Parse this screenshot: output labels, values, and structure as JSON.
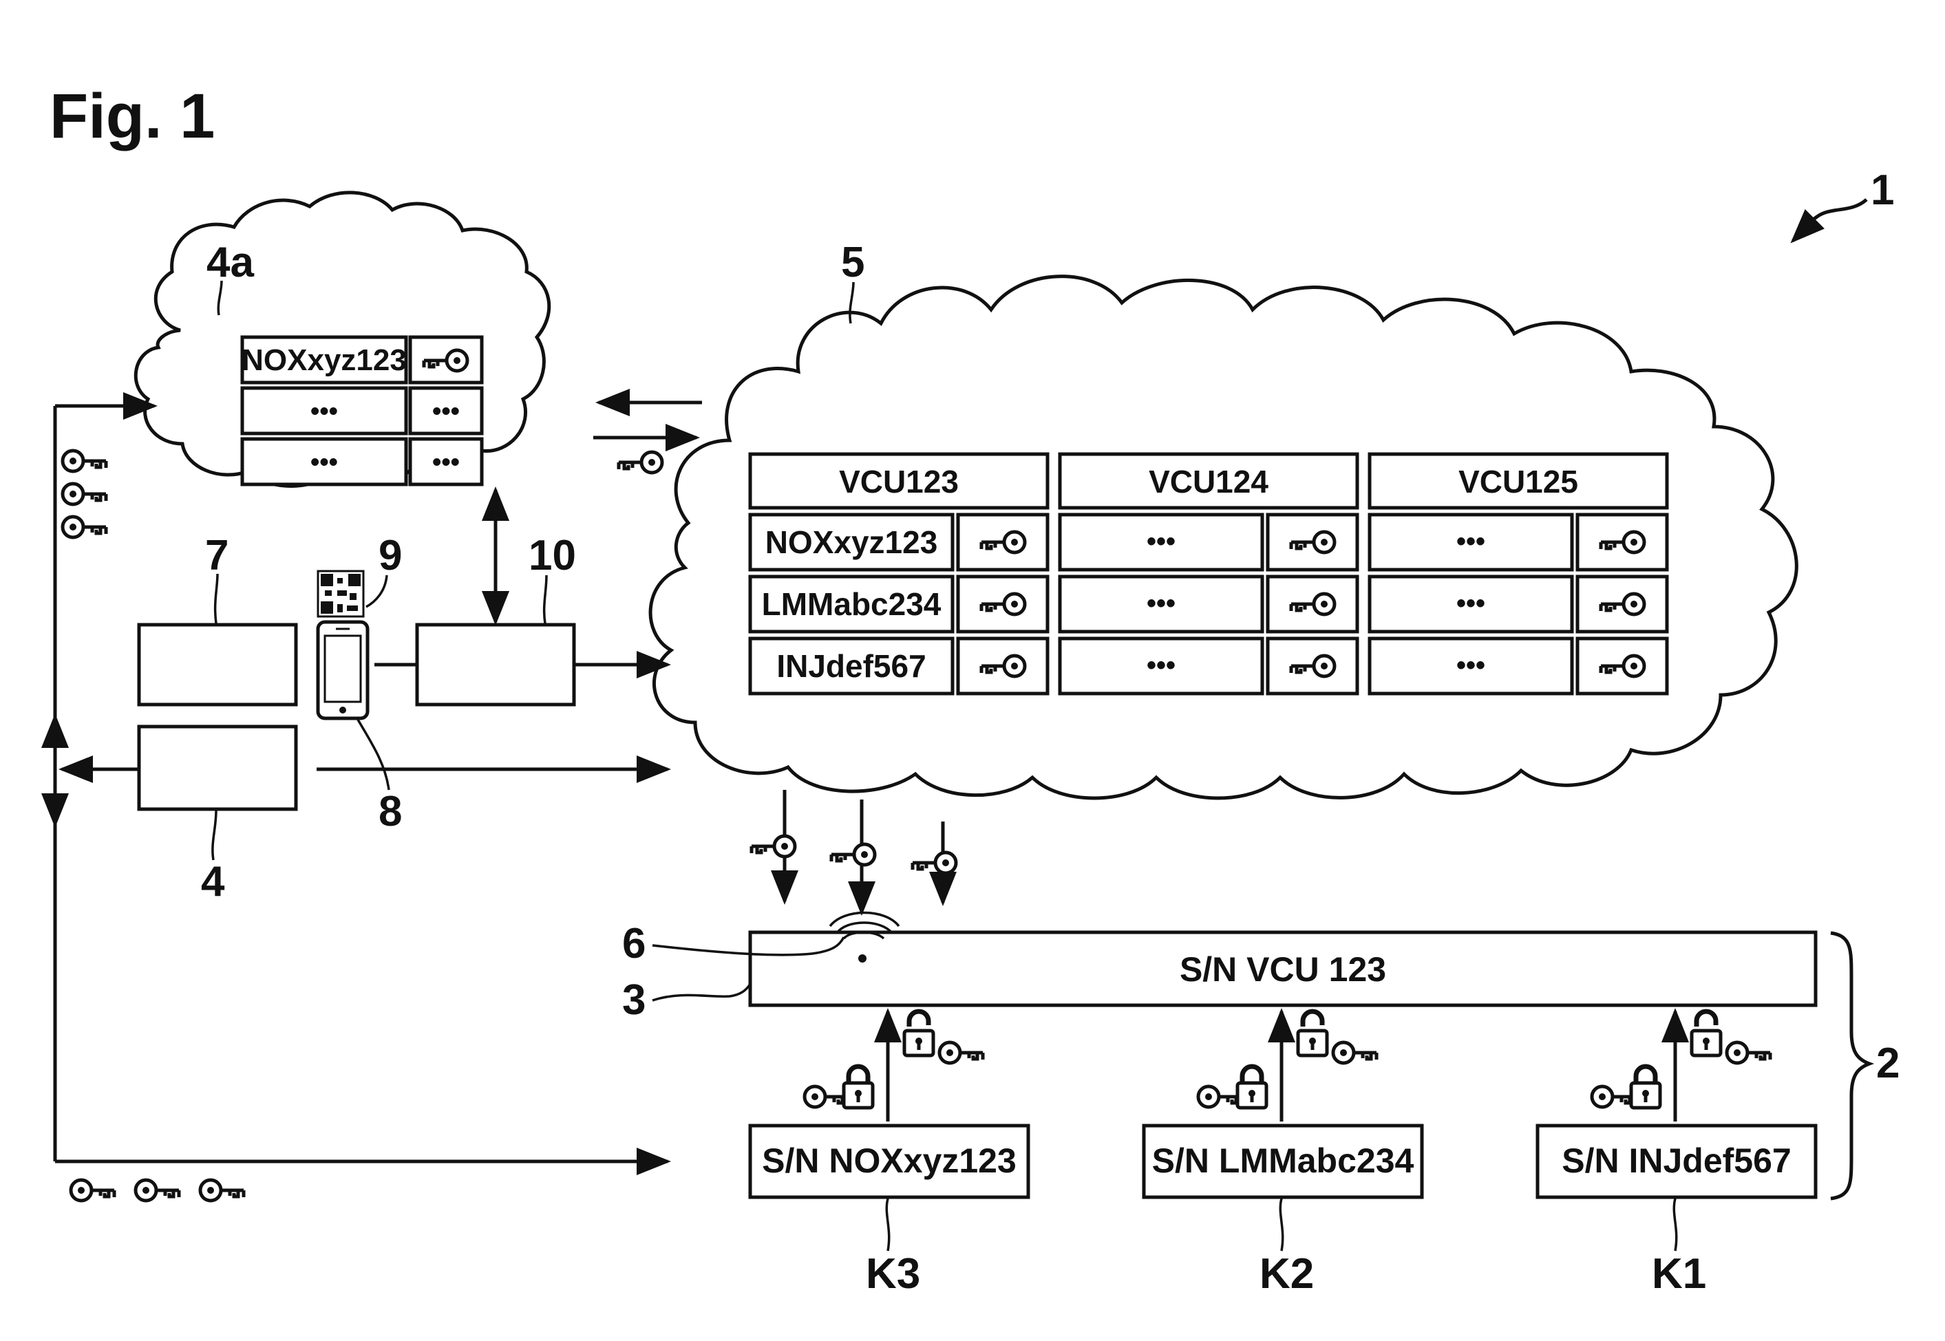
{
  "figure": {
    "title": "Fig. 1",
    "ref_labels": {
      "system": "1",
      "vehicle": "2",
      "vcu": "3",
      "server": "4",
      "cloud_small": "4a",
      "cloud_large": "5",
      "antenna": "6",
      "box7": "7",
      "phone": "8",
      "qr": "9",
      "box10": "10",
      "k1": "K1",
      "k2": "K2",
      "k3": "K3"
    },
    "small_cloud_table": {
      "rows": [
        {
          "id": "NOXxyz123",
          "key": "key-icon"
        },
        {
          "id": "•••",
          "key": "•••"
        },
        {
          "id": "•••",
          "key": "•••"
        }
      ]
    },
    "large_cloud_table": {
      "columns": [
        {
          "header": "VCU123",
          "rows": [
            "NOXxyz123",
            "LMMabc234",
            "INJdef567"
          ]
        },
        {
          "header": "VCU124",
          "rows": [
            "•••",
            "•••",
            "•••"
          ]
        },
        {
          "header": "VCU125",
          "rows": [
            "•••",
            "•••",
            "•••"
          ]
        }
      ]
    },
    "vcu_bar": {
      "label": "S/N VCU 123"
    },
    "components": [
      {
        "label": "S/N NOXxyz123",
        "ref": "K3"
      },
      {
        "label": "S/N LMMabc234",
        "ref": "K2"
      },
      {
        "label": "S/N INJdef567",
        "ref": "K1"
      }
    ],
    "icons": [
      "key-icon",
      "padlock-closed-icon",
      "padlock-open-icon",
      "qr-code-icon",
      "smartphone-icon",
      "wireless-icon"
    ]
  }
}
